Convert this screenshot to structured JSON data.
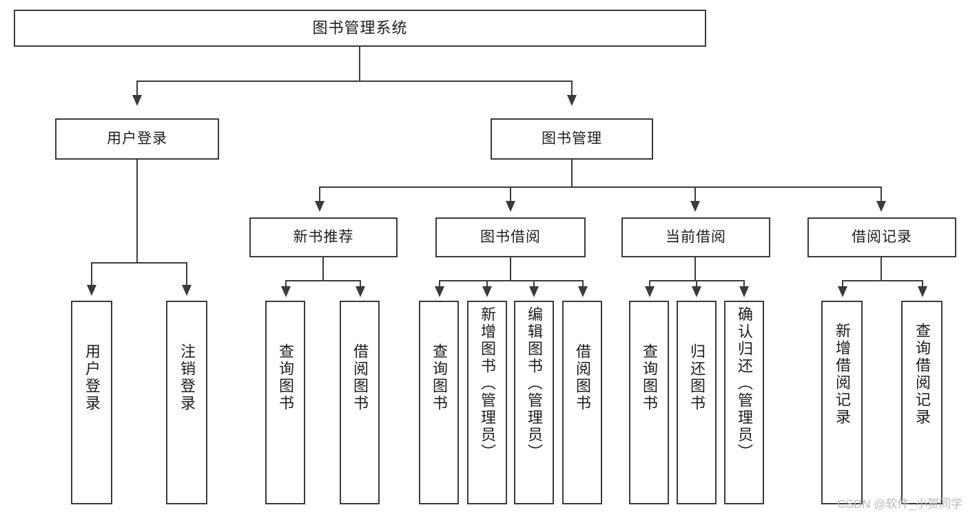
{
  "diagram": {
    "title": "图书管理系统",
    "type": "tree",
    "watermark": "CSDN @软件_小贺同学",
    "colors": {
      "stroke": "#3b3b3b",
      "fill": "#ffffff",
      "text": "#1d1d1d",
      "watermark": "#b9b9b9"
    },
    "nodes": {
      "root": {
        "label": "图书管理系统"
      },
      "level2": [
        {
          "label": "用户登录"
        },
        {
          "label": "图书管理"
        }
      ],
      "level3": [
        {
          "label": "新书推荐"
        },
        {
          "label": "图书借阅"
        },
        {
          "label": "当前借阅"
        },
        {
          "label": "借阅记录"
        }
      ],
      "leaves": {
        "user_login": [
          {
            "label": "用户登录"
          },
          {
            "label": "注销登录"
          }
        ],
        "new_book": [
          {
            "label": "查询图书"
          },
          {
            "label": "借阅图书"
          }
        ],
        "borrow": [
          {
            "label": "查询图书"
          },
          {
            "label": "新增图书（管理员）"
          },
          {
            "label": "编辑图书（管理员）"
          },
          {
            "label": "借阅图书"
          }
        ],
        "current": [
          {
            "label": "查询图书"
          },
          {
            "label": "归还图书"
          },
          {
            "label": "确认归还（管理员）"
          }
        ],
        "records": [
          {
            "label": "新增借阅记录"
          },
          {
            "label": "查询借阅记录"
          }
        ]
      }
    }
  }
}
